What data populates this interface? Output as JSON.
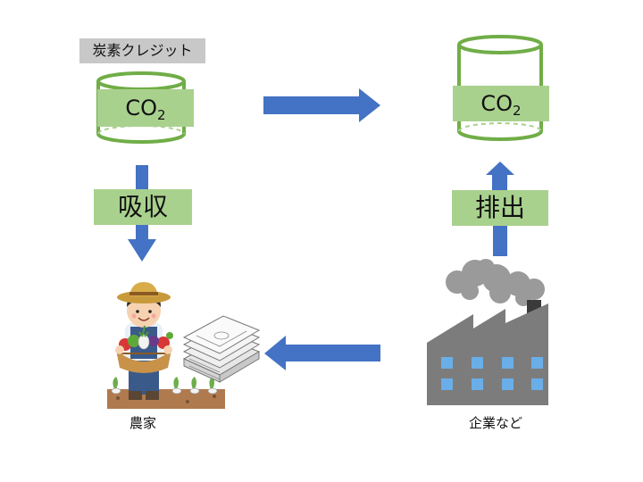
{
  "diagram": {
    "carbon_credit_label": "炭素クレジット",
    "co2_left": {
      "base": "CO",
      "sub": "2"
    },
    "co2_right": {
      "base": "CO",
      "sub": "2"
    },
    "absorb_label": "吸収",
    "emit_label": "排出",
    "farmer_caption": "農家",
    "company_caption": "企業など"
  },
  "colors": {
    "arrow": "#4472c4",
    "label_fill": "#a9d18e",
    "cylinder_stroke": "#70ad47",
    "tag_fill": "#c8c8c8"
  }
}
